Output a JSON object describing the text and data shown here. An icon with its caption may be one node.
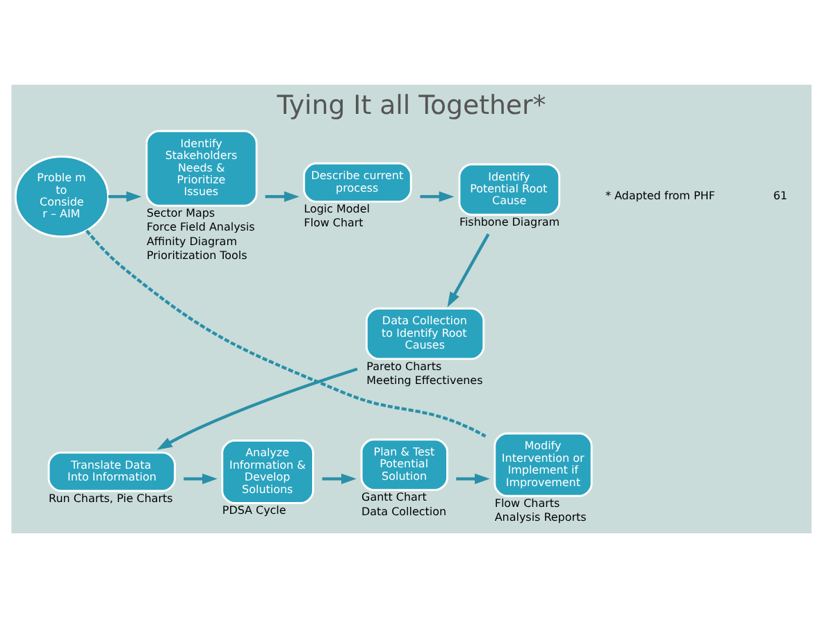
{
  "diagram": {
    "title": "Tying It all Together*",
    "nodes": [
      {
        "text": [
          "Proble m to Conside r – AIM"
        ]
      },
      {
        "text": [
          "Identify Stakeholders Needs & Prioritize Issues"
        ],
        "beside": [
          "Sector Maps",
          "Force Field Analysis",
          "Affinity Diagram",
          "Prioritization Tools"
        ]
      },
      {
        "text": [
          "Describe current process"
        ],
        "beside": [
          "Logic Model",
          "Flow Chart"
        ]
      },
      {
        "text": [
          "Identify Potential Root Cause"
        ],
        "beside": [
          "Fishbone Diagram"
        ]
      },
      {
        "text": [
          "Data Collection to Identify Root Causes"
        ],
        "beside": [
          "Pareto Charts",
          "Meeting Effectivenes"
        ]
      },
      {
        "text": [
          "Translate Data Into Information"
        ],
        "beside": [
          "Run Charts, Pie Charts"
        ]
      },
      {
        "text": [
          "Analyze Information & Develop Solutions"
        ],
        "beside": [
          "PDSA Cycle"
        ]
      },
      {
        "text": [
          "Plan & Test Potential Solution"
        ],
        "beside": [
          "Gantt Chart",
          "Data Collection"
        ]
      },
      {
        "text": [
          "Modify Intervention or Implement if Improvement"
        ],
        "beside": [
          "Flow Charts",
          "Analysis Reports"
        ]
      }
    ],
    "edges": [
      {
        "from": 0,
        "to": 1,
        "arrow": "to"
      },
      {
        "from": 1,
        "to": 2,
        "arrow": "to"
      },
      {
        "from": 2,
        "to": 3,
        "arrow": "to"
      },
      {
        "from": 3,
        "to": 4,
        "arrow": "to"
      },
      {
        "from": 4,
        "to": 5,
        "arrow": "to"
      },
      {
        "from": 5,
        "to": 6,
        "arrow": "to"
      },
      {
        "from": 6,
        "to": 7,
        "arrow": "to"
      },
      {
        "from": 7,
        "to": 8,
        "arrow": "to"
      },
      {
        "from": 0,
        "to": 8,
        "arrow": "none",
        "style": "dashed"
      }
    ],
    "labels": [
      "* Adapted from PHF",
      "61"
    ]
  }
}
